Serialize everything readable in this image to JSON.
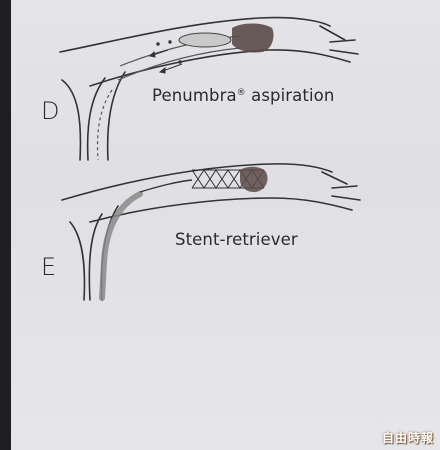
{
  "panels": [
    {
      "letter": "D",
      "caption_main": "Penumbra",
      "caption_mark": "®",
      "caption_rest": " aspiration"
    },
    {
      "letter": "E",
      "caption_main": "Stent-retriever"
    }
  ],
  "watermark": "自由時報",
  "colors": {
    "background": "#e2e2e6",
    "ink": "#2b2b2b",
    "clot": "#5a4a48",
    "catheter": "#8a8a8a",
    "left_bar": "#1f1f22"
  }
}
